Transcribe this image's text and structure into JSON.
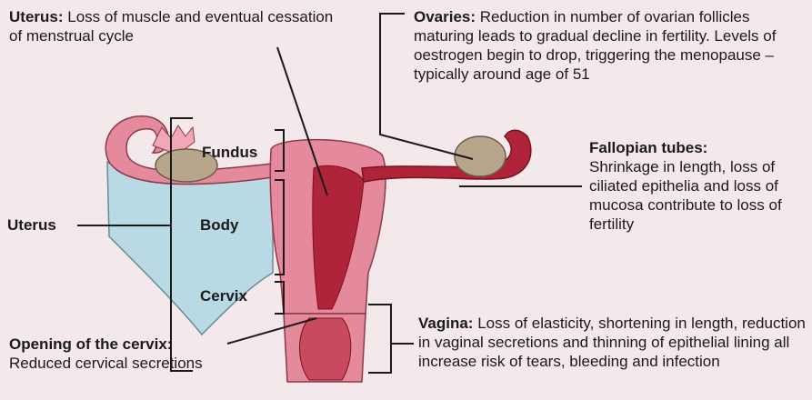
{
  "labels": {
    "uterus_top": {
      "title": "Uterus:",
      "text": "Loss of muscle and eventual cessation of menstrual cycle"
    },
    "ovaries": {
      "title": "Ovaries:",
      "text": "Reduction in number of ovarian follicles maturing leads to gradual decline in fertility. Levels of oestrogen begin to drop, triggering the menopause – typically around age of 51"
    },
    "fallopian": {
      "title": "Fallopian tubes:",
      "text": "Shrinkage in length, loss of ciliated epithelia and loss of mucosa contribute to loss of fertility"
    },
    "uterus_side": "Uterus",
    "fundus": "Fundus",
    "body": "Body",
    "cervix": "Cervix",
    "opening": {
      "title": "Opening of the cervix:",
      "text": "Reduced cervical secretions"
    },
    "vagina": {
      "title": "Vagina:",
      "text": "Loss of elasticity, shortening in length, reduction in vaginal secretions and thinning of epithelial lining all increase risk of tears, bleeding and infection"
    }
  },
  "colors": {
    "background": "#f3e9ea",
    "uterus_pink": "#e48a9c",
    "uterus_dark": "#b0243a",
    "ligament_blue": "#b9d9e4",
    "ovary_tan": "#b7a58c",
    "line": "#1a1a1a"
  }
}
